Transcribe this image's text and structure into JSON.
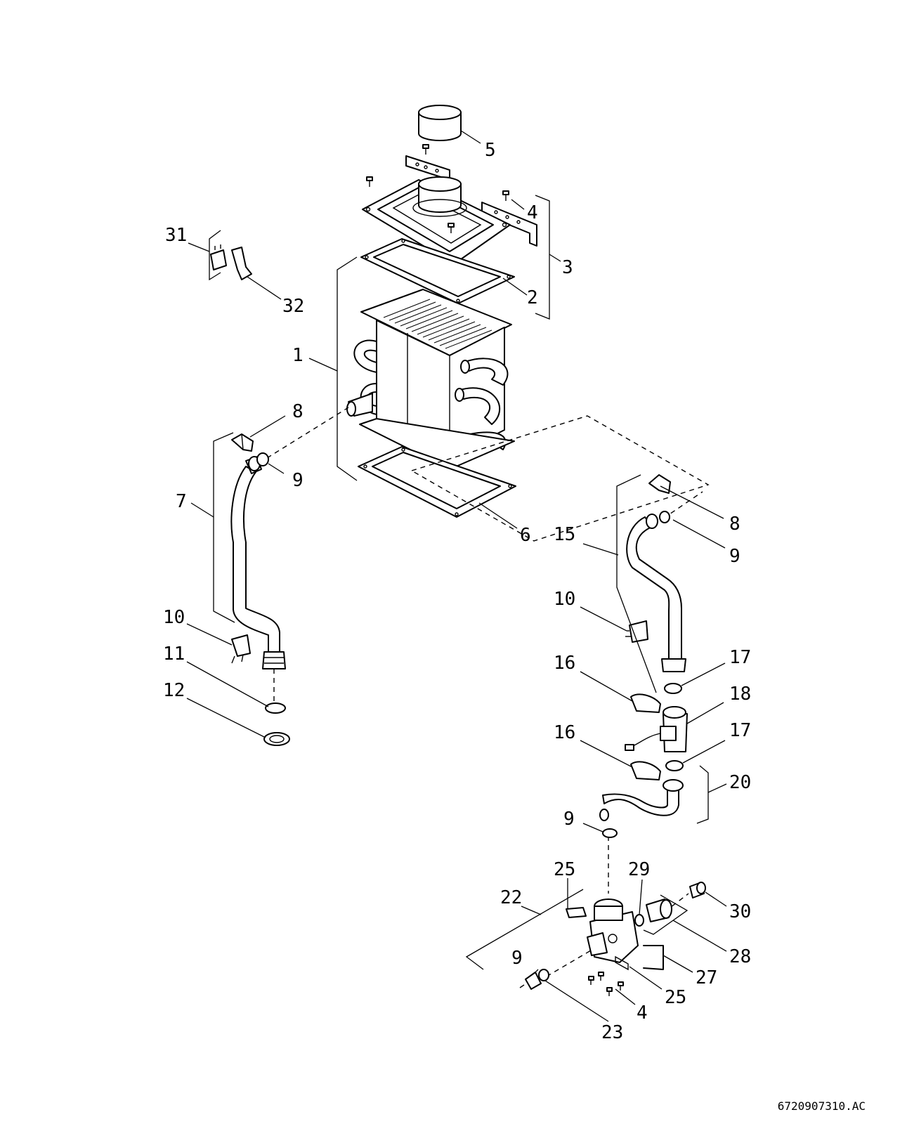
{
  "callouts": {
    "c1": "1",
    "c2": "2",
    "c3": "3",
    "c4a": "4",
    "c4b": "4",
    "c5": "5",
    "c6": "6",
    "c7": "7",
    "c8a": "8",
    "c8b": "8",
    "c9a": "9",
    "c9b": "9",
    "c9c": "9",
    "c9d": "9",
    "c10a": "10",
    "c10b": "10",
    "c11": "11",
    "c12": "12",
    "c15": "15",
    "c16a": "16",
    "c16b": "16",
    "c17a": "17",
    "c17b": "17",
    "c18": "18",
    "c20": "20",
    "c22": "22",
    "c23": "23",
    "c25a": "25",
    "c25b": "25",
    "c27": "27",
    "c28": "28",
    "c29": "29",
    "c30": "30",
    "c31": "31",
    "c32": "32"
  },
  "document_ref": "6720907310.AC"
}
